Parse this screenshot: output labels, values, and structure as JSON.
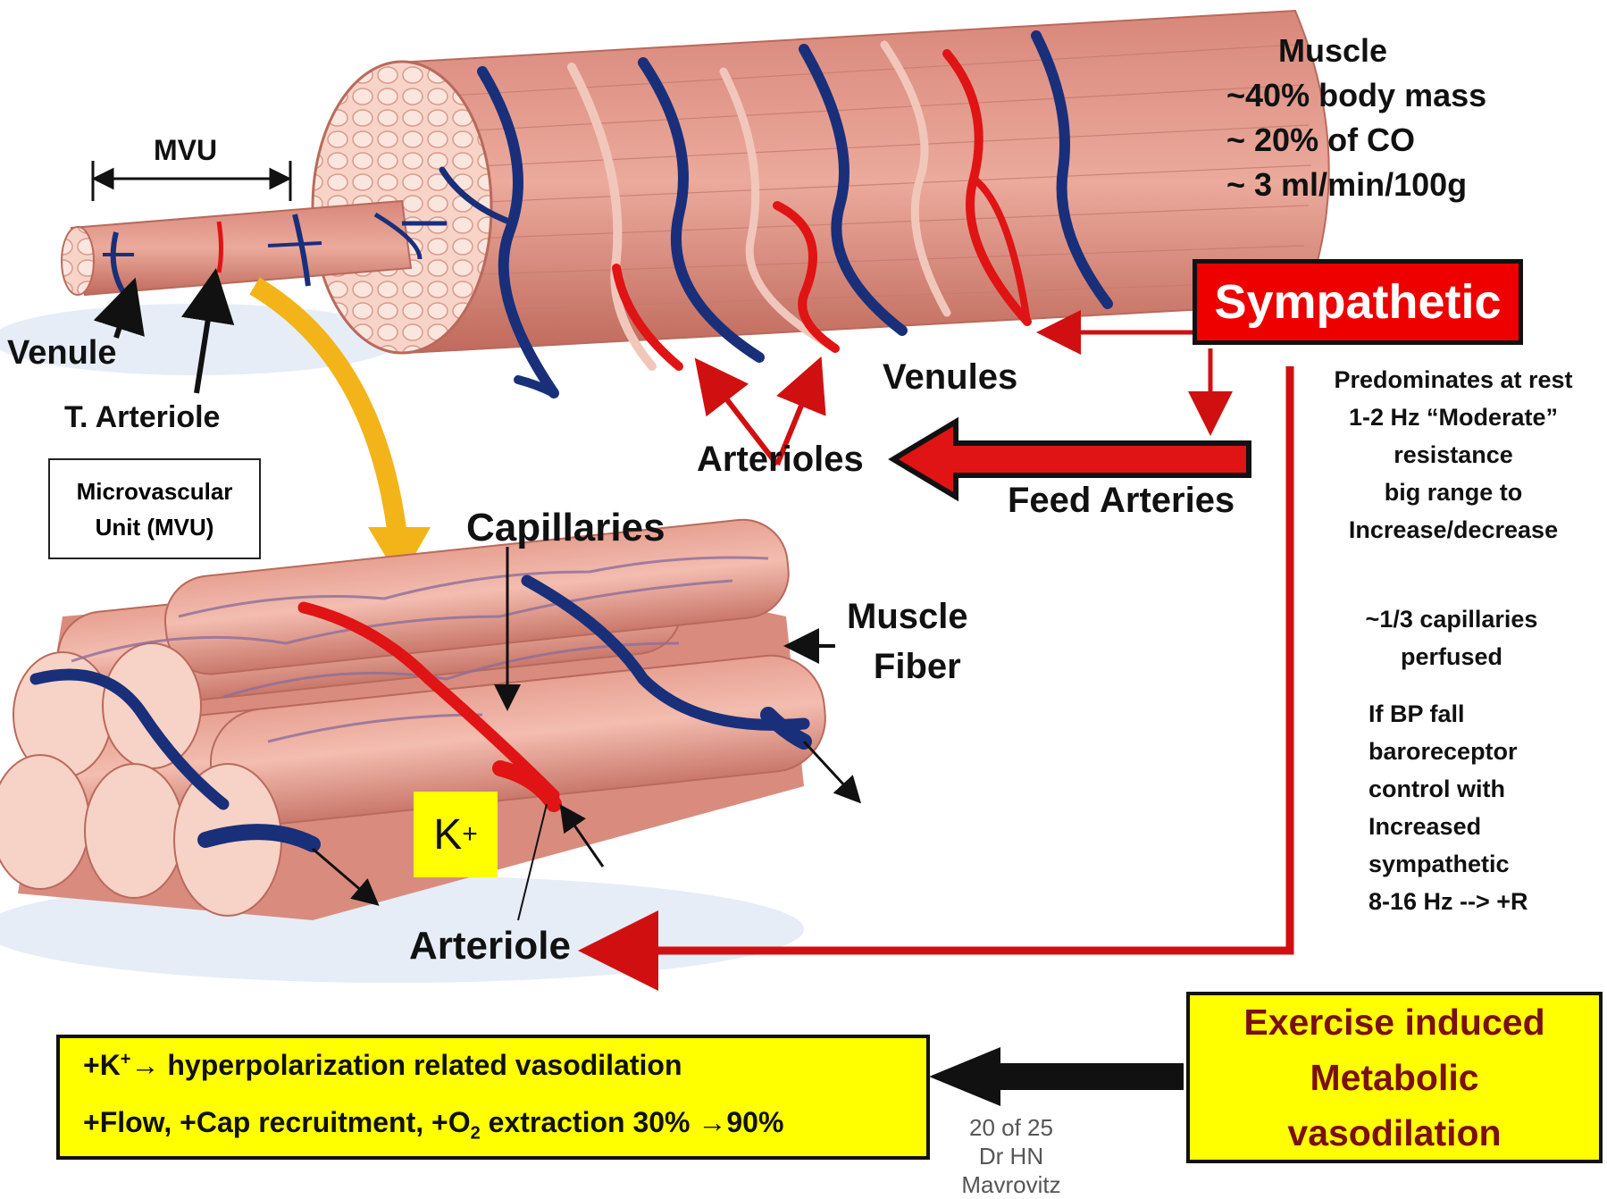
{
  "labels": {
    "mvu": "MVU",
    "venule": "Venule",
    "t_arteriole": "T. Arteriole",
    "venules": "Venules",
    "arterioles": "Arterioles",
    "feed_arteries": "Feed Arteries",
    "capillaries": "Capillaries",
    "muscle_fiber_1": "Muscle",
    "muscle_fiber_2": "Fiber",
    "arteriole": "Arteriole"
  },
  "mvu_box": {
    "line1": "Microvascular",
    "line2": "Unit (MVU)"
  },
  "muscle_stats": [
    "Muscle",
    "~40% body mass",
    "~ 20% of CO",
    "~ 3 ml/min/100g"
  ],
  "sympathetic": {
    "title": "Sympathetic",
    "notes": [
      "Predominates at rest",
      "1-2 Hz “Moderate”",
      "resistance",
      "big range to",
      "Increase/decrease"
    ],
    "capillary_notes": [
      "~1/3 capillaries",
      "perfused"
    ],
    "bp_notes": [
      "If BP fall",
      "baroreceptor",
      "control with",
      "Increased",
      "sympathetic",
      "8-16 Hz --> +R"
    ]
  },
  "potassium": {
    "symbol": "K",
    "charge": "+"
  },
  "bottom_box": {
    "line1_prefix": "+K",
    "line1_sup": "+",
    "line1_arrow": "→",
    "line1_rest": " hyperpolarization related vasodilation",
    "line2_a": "+Flow, +Cap recruitment, +O",
    "line2_sub": "2",
    "line2_b": " extraction 30% ",
    "line2_arrow": "→",
    "line2_c": "90%"
  },
  "exercise_box": [
    "Exercise induced",
    "Metabolic",
    "vasodilation"
  ],
  "footer": {
    "page": "20 of 25",
    "author": "Dr HN Mavrovitz"
  },
  "colors": {
    "muscle": "#e39a8a",
    "muscle_dark": "#c8705f",
    "artery": "#e01414",
    "vein": "#1a2f7a",
    "highlight_yellow": "#ffff00",
    "sympathetic_red": "#ee0000"
  }
}
